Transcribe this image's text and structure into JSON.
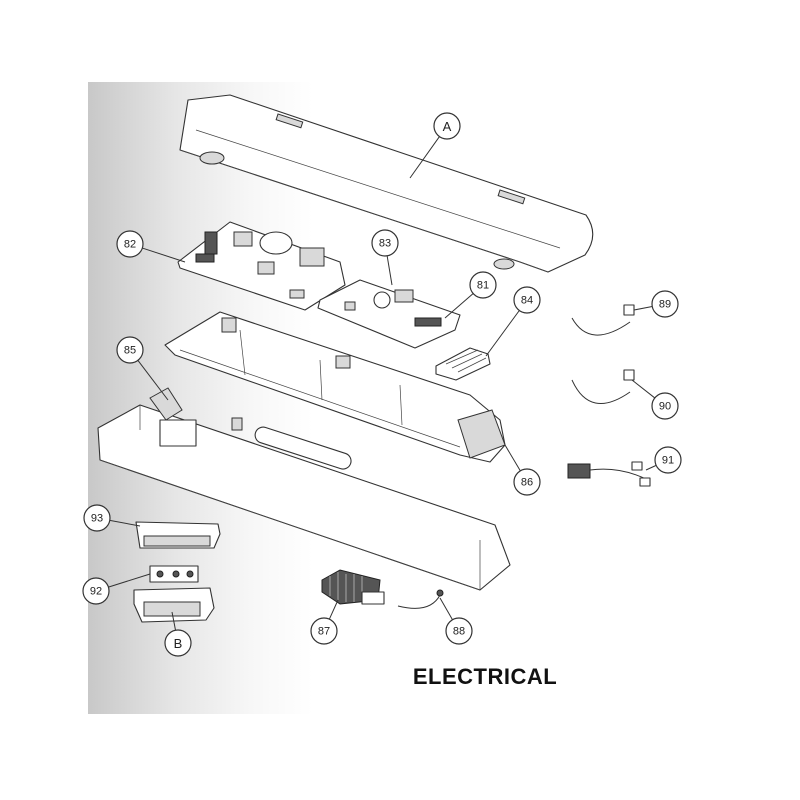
{
  "title": "ELECTRICAL",
  "callouts": [
    {
      "id": "A"
    },
    {
      "id": "81"
    },
    {
      "id": "82"
    },
    {
      "id": "83"
    },
    {
      "id": "84"
    },
    {
      "id": "85"
    },
    {
      "id": "86"
    },
    {
      "id": "87"
    },
    {
      "id": "88"
    },
    {
      "id": "89"
    },
    {
      "id": "90"
    },
    {
      "id": "91"
    },
    {
      "id": "92"
    },
    {
      "id": "93"
    },
    {
      "id": "B"
    }
  ],
  "colors": {
    "line": "#333333",
    "panel_gradient": "#c8c8c8",
    "background": "#ffffff"
  }
}
